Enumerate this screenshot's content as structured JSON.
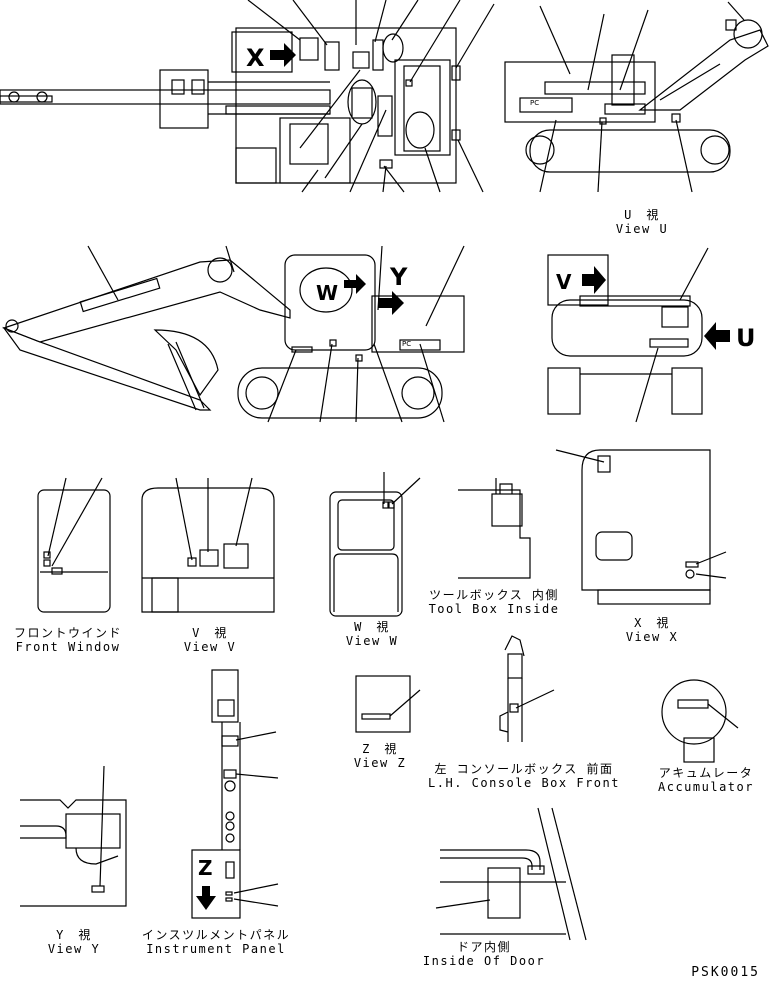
{
  "view_markers": {
    "x": "X",
    "y": "Y",
    "w": "W",
    "v": "V",
    "u": "U",
    "z": "Z"
  },
  "views": {
    "view_u": {
      "jp": "U　視",
      "en": "View U"
    },
    "front_window": {
      "jp": "フロントウインド",
      "en": "Front Window"
    },
    "view_v": {
      "jp": "V　視",
      "en": "View V"
    },
    "view_w": {
      "jp": "W　視",
      "en": "View W"
    },
    "tool_box": {
      "jp": "ツールボックス 内側",
      "en": "Tool Box Inside"
    },
    "view_x": {
      "jp": "X　視",
      "en": "View X"
    },
    "view_z": {
      "jp": "Z　視",
      "en": "View Z"
    },
    "console_box": {
      "jp": "左 コンソールボックス 前面",
      "en": "L.H. Console Box Front"
    },
    "accumulator": {
      "jp": "アキュムレータ",
      "en": "Accumulator"
    },
    "view_y": {
      "jp": "Y　視",
      "en": "View Y"
    },
    "instrument": {
      "jp": "インスツルメントパネル",
      "en": "Instrument Panel"
    },
    "door": {
      "jp": "ドア内側",
      "en": "Inside Of Door"
    }
  },
  "decal_text": "PC",
  "drawing_code": "PSK0015"
}
